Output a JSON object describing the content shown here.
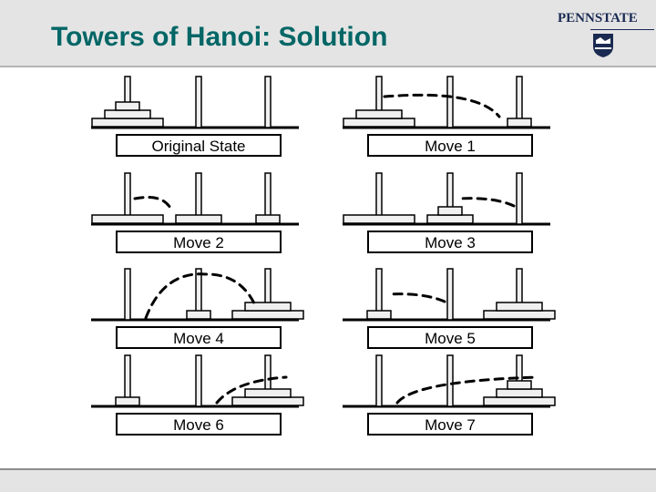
{
  "slide": {
    "title": "Towers of Hanoi: Solution",
    "logo": {
      "text": "PENNSTATE"
    }
  },
  "states": [
    {
      "label": "Original State",
      "pegs": [
        [
          3,
          2,
          1
        ],
        [],
        []
      ],
      "arrow": null
    },
    {
      "label": "Move 1",
      "pegs": [
        [
          3,
          2
        ],
        [],
        [
          1
        ]
      ],
      "arrow": {
        "from": 0,
        "to": 2,
        "dir": "down-right"
      }
    },
    {
      "label": "Move 2",
      "pegs": [
        [
          3
        ],
        [
          2
        ],
        [
          1
        ]
      ],
      "arrow": {
        "from": 0,
        "to": 1,
        "dir": "right"
      }
    },
    {
      "label": "Move 3",
      "pegs": [
        [
          3
        ],
        [
          2,
          1
        ],
        []
      ],
      "arrow": {
        "from": 2,
        "to": 1,
        "dir": "left"
      }
    },
    {
      "label": "Move 4",
      "pegs": [
        [],
        [
          1
        ],
        [
          3,
          2
        ]
      ],
      "arrow": {
        "from": 0,
        "to": 2,
        "dir": "arc"
      }
    },
    {
      "label": "Move 5",
      "pegs": [
        [
          1
        ],
        [],
        [
          3,
          2
        ]
      ],
      "arrow": {
        "from": 1,
        "to": 0,
        "dir": "left"
      }
    },
    {
      "label": "Move 6",
      "pegs": [
        [
          1
        ],
        [],
        [
          3,
          2
        ]
      ],
      "arrow": {
        "from": 1,
        "to": 2,
        "dir": "up-right"
      }
    },
    {
      "label": "Move 7",
      "pegs": [
        [],
        [],
        [
          3,
          2,
          1
        ]
      ],
      "arrow": {
        "from": 0,
        "to": 2,
        "dir": "up-right"
      }
    }
  ],
  "colors": {
    "title": "#006666",
    "disk": "#f0f0f0",
    "stroke": "#000000",
    "header": "#e4e4e4"
  }
}
